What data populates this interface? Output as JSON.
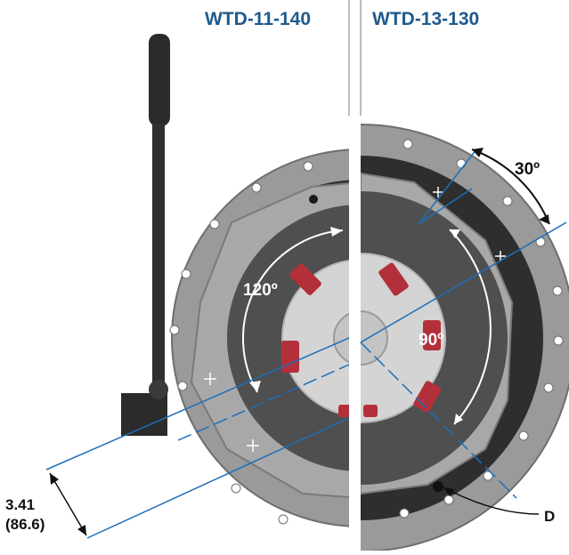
{
  "header": {
    "left_model": "WTD-11-140",
    "right_model": "WTD-13-130"
  },
  "annotations": {
    "angle_left": "120º",
    "angle_right_inner": "90º",
    "angle_right_outer": "30º",
    "dimension_in": "3.41",
    "dimension_mm": "(86.6)",
    "point_label": "D"
  },
  "colors": {
    "title_blue": "#1f5a8c",
    "guide_line_blue": "#1d6fb8",
    "flange_gray": "#9a9a9a",
    "friction_disc": "#505050",
    "friction_pad_red": "#b3303a",
    "hub_light": "#d4d4d4",
    "lever_dark": "#2b2b2b"
  }
}
